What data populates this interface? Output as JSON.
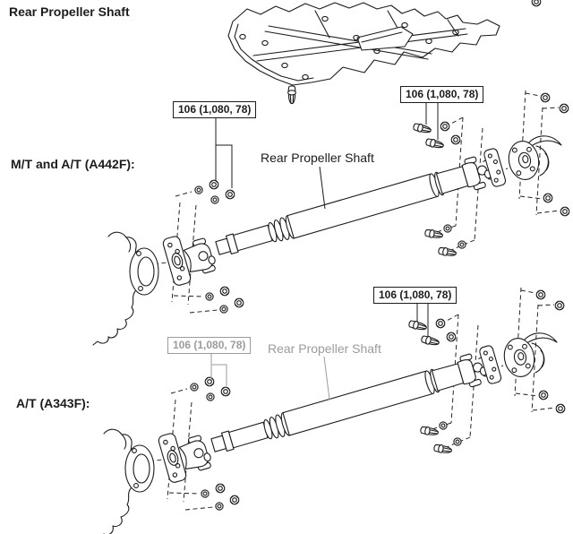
{
  "header": {
    "title": "Rear Propeller Shaft"
  },
  "colors": {
    "ink": "#1c1c1c",
    "muted": "#9b9b9b",
    "background": "#ffffff"
  },
  "diagrams": {
    "a442f": {
      "section_label": "M/T and A/T (A442F):",
      "shaft_label": "Rear Propeller Shaft",
      "callout_left": "106 (1,080, 78)",
      "callout_right": "106 (1,080, 78)"
    },
    "a343f": {
      "section_label": "A/T (A343F):",
      "shaft_label": "Rear Propeller Shaft",
      "callout_left": "106 (1,080, 78)",
      "callout_right": "106 (1,080, 78)"
    }
  }
}
